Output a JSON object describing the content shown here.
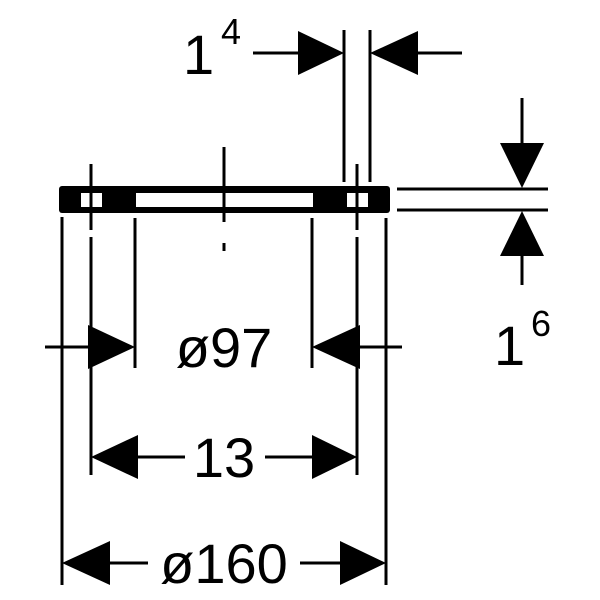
{
  "dimensions": {
    "gap_top": {
      "main": "1",
      "sup": "4"
    },
    "thickness": {
      "main": "1",
      "sup": "6"
    },
    "inner_diameter": "ø97",
    "hole_spacing": "13",
    "outer_diameter": "ø160"
  },
  "colors": {
    "line": "#000000",
    "background": "#ffffff"
  }
}
